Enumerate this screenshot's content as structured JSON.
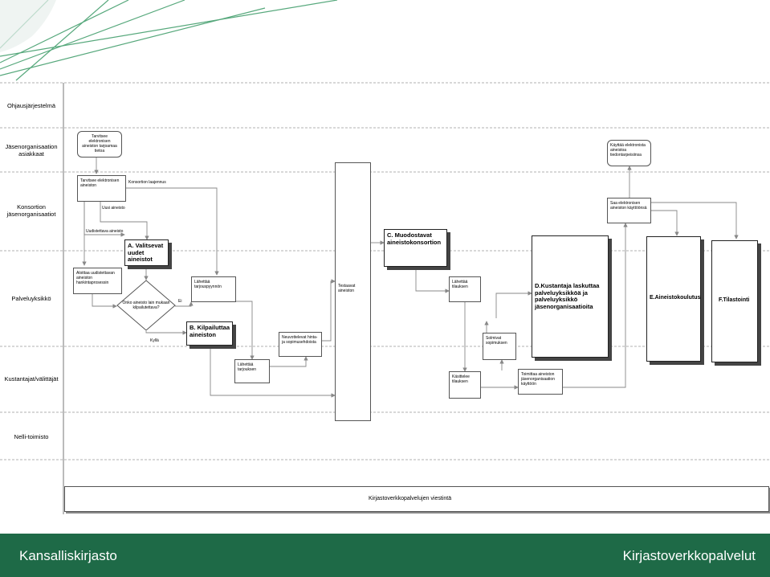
{
  "lanes": [
    {
      "id": "ohjaus",
      "label": "Ohjausjärjestelmä"
    },
    {
      "id": "jasen-asiakkaat",
      "label": "Jäsenorganisaation asiakkaat"
    },
    {
      "id": "konsortion",
      "label": "Konsortion jäsenorganisaatiot"
    },
    {
      "id": "palveluyksikko",
      "label": "Palveluyksikkö"
    },
    {
      "id": "kustantajat",
      "label": "Kustantajat/välittäjät"
    },
    {
      "id": "nelli",
      "label": "Nelli-toimisto"
    }
  ],
  "nodes": {
    "tarvitsee_tietoa": "Tarvitsee elektronisen aineiston tarjoamaa tietoa",
    "tarvitsee_aineiston": "Tarvitsee elektronisen aineiston",
    "aloittaa": "Aloittaa uudistettavan aineiston hankintaprosessin",
    "decision": "Onko aineisto lain mukaan kilpailutettava?",
    "a_valitsevat": "A. Valitsevat uudet aineistot",
    "b_kilpailuttaa": "B. Kilpailuttaa aineiston",
    "lahettaa_tarjouspyynnon": "Lähettää tarjouspyynnön",
    "lahettaa_tarjouksen": "Lähettää tarjouksen",
    "neuvottelevat": "Neuvottelevat hinta- ja sopimusehdoista",
    "testaavat": "Testaavat aineiston",
    "c_muodostavat": "C. Muodostavat aineistokonsortion",
    "lahettaa_tilauksen": "Lähettää tilauksen",
    "kasittelee": "Käsittelee tilauksen",
    "solmivat": "Solmivat sopimuksen",
    "toimittaa": "Toimittaa aineiston jäsenorganisaation käyttöön",
    "d_kustantaja": "D.Kustantaja laskuttaa palveluyksikköä ja palveluyksikkö jäsenorganisaatioita",
    "saa_elektronisen": "Saa elektronisen aineiston käyttöönsä",
    "kayttaa": "Käyttää elektronista aineistoa tiedontarpeisiinsa",
    "e_koulutus": "E.Aineistokoulutus",
    "f_tilastointi": "F.Tilastointi",
    "viestinta": "Kirjastoverkkopalvelujen viestintä"
  },
  "edge_labels": {
    "laajennus": "Konsortion laajennus",
    "uusi": "Uusi aineisto",
    "uudistettava": "Uudistettava aineisto",
    "ei": "Ei",
    "kylla": "Kyllä"
  },
  "footer": {
    "left": "Kansalliskirjasto",
    "right": "Kirjastoverkkopalvelut"
  },
  "colors": {
    "footer": "#1e6a47",
    "decorative_lines": "#2e8b57"
  }
}
